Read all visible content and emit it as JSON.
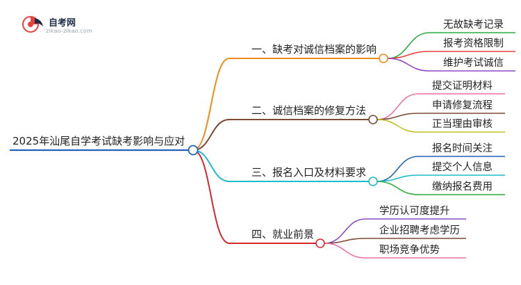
{
  "logo": {
    "name": "自考网",
    "domain": "zikao-zikao.com"
  },
  "mindmap": {
    "root": "2025年汕尾自学考试缺考影响与应对",
    "branches": [
      {
        "label": "一、缺考对诚信档案的影响",
        "color": "#f08a1c",
        "children": [
          {
            "label": "无故缺考记录",
            "color": "#2bab3b"
          },
          {
            "label": "报考资格限制",
            "color": "#e8413c"
          },
          {
            "label": "维护考试诚信",
            "color": "#8b48c8"
          }
        ]
      },
      {
        "label": "二、诚信档案的修复方法",
        "color": "#7b4a35",
        "children": [
          {
            "label": "提交证明材料",
            "color": "#f06fa5"
          },
          {
            "label": "申请修复流程",
            "color": "#7b4a35"
          },
          {
            "label": "正当理由审核",
            "color": "#c2c020"
          }
        ]
      },
      {
        "label": "三、报名入口及材料要求",
        "color": "#1bbccc",
        "children": [
          {
            "label": "报名时间关注",
            "color": "#1f62b8"
          },
          {
            "label": "提交个人信息",
            "color": "#1bbccc"
          },
          {
            "label": "缴纳报名费用",
            "color": "#2bab3b"
          }
        ]
      },
      {
        "label": "四、就业前景",
        "color": "#d6282c",
        "children": [
          {
            "label": "学历认可度提升",
            "color": "#8b48c8"
          },
          {
            "label": "企业招聘考虑学历",
            "color": "#7b4a35"
          },
          {
            "label": "职场竞争优势",
            "color": "#f06fa5"
          }
        ]
      }
    ],
    "root_line_color": "#1f62b8"
  }
}
